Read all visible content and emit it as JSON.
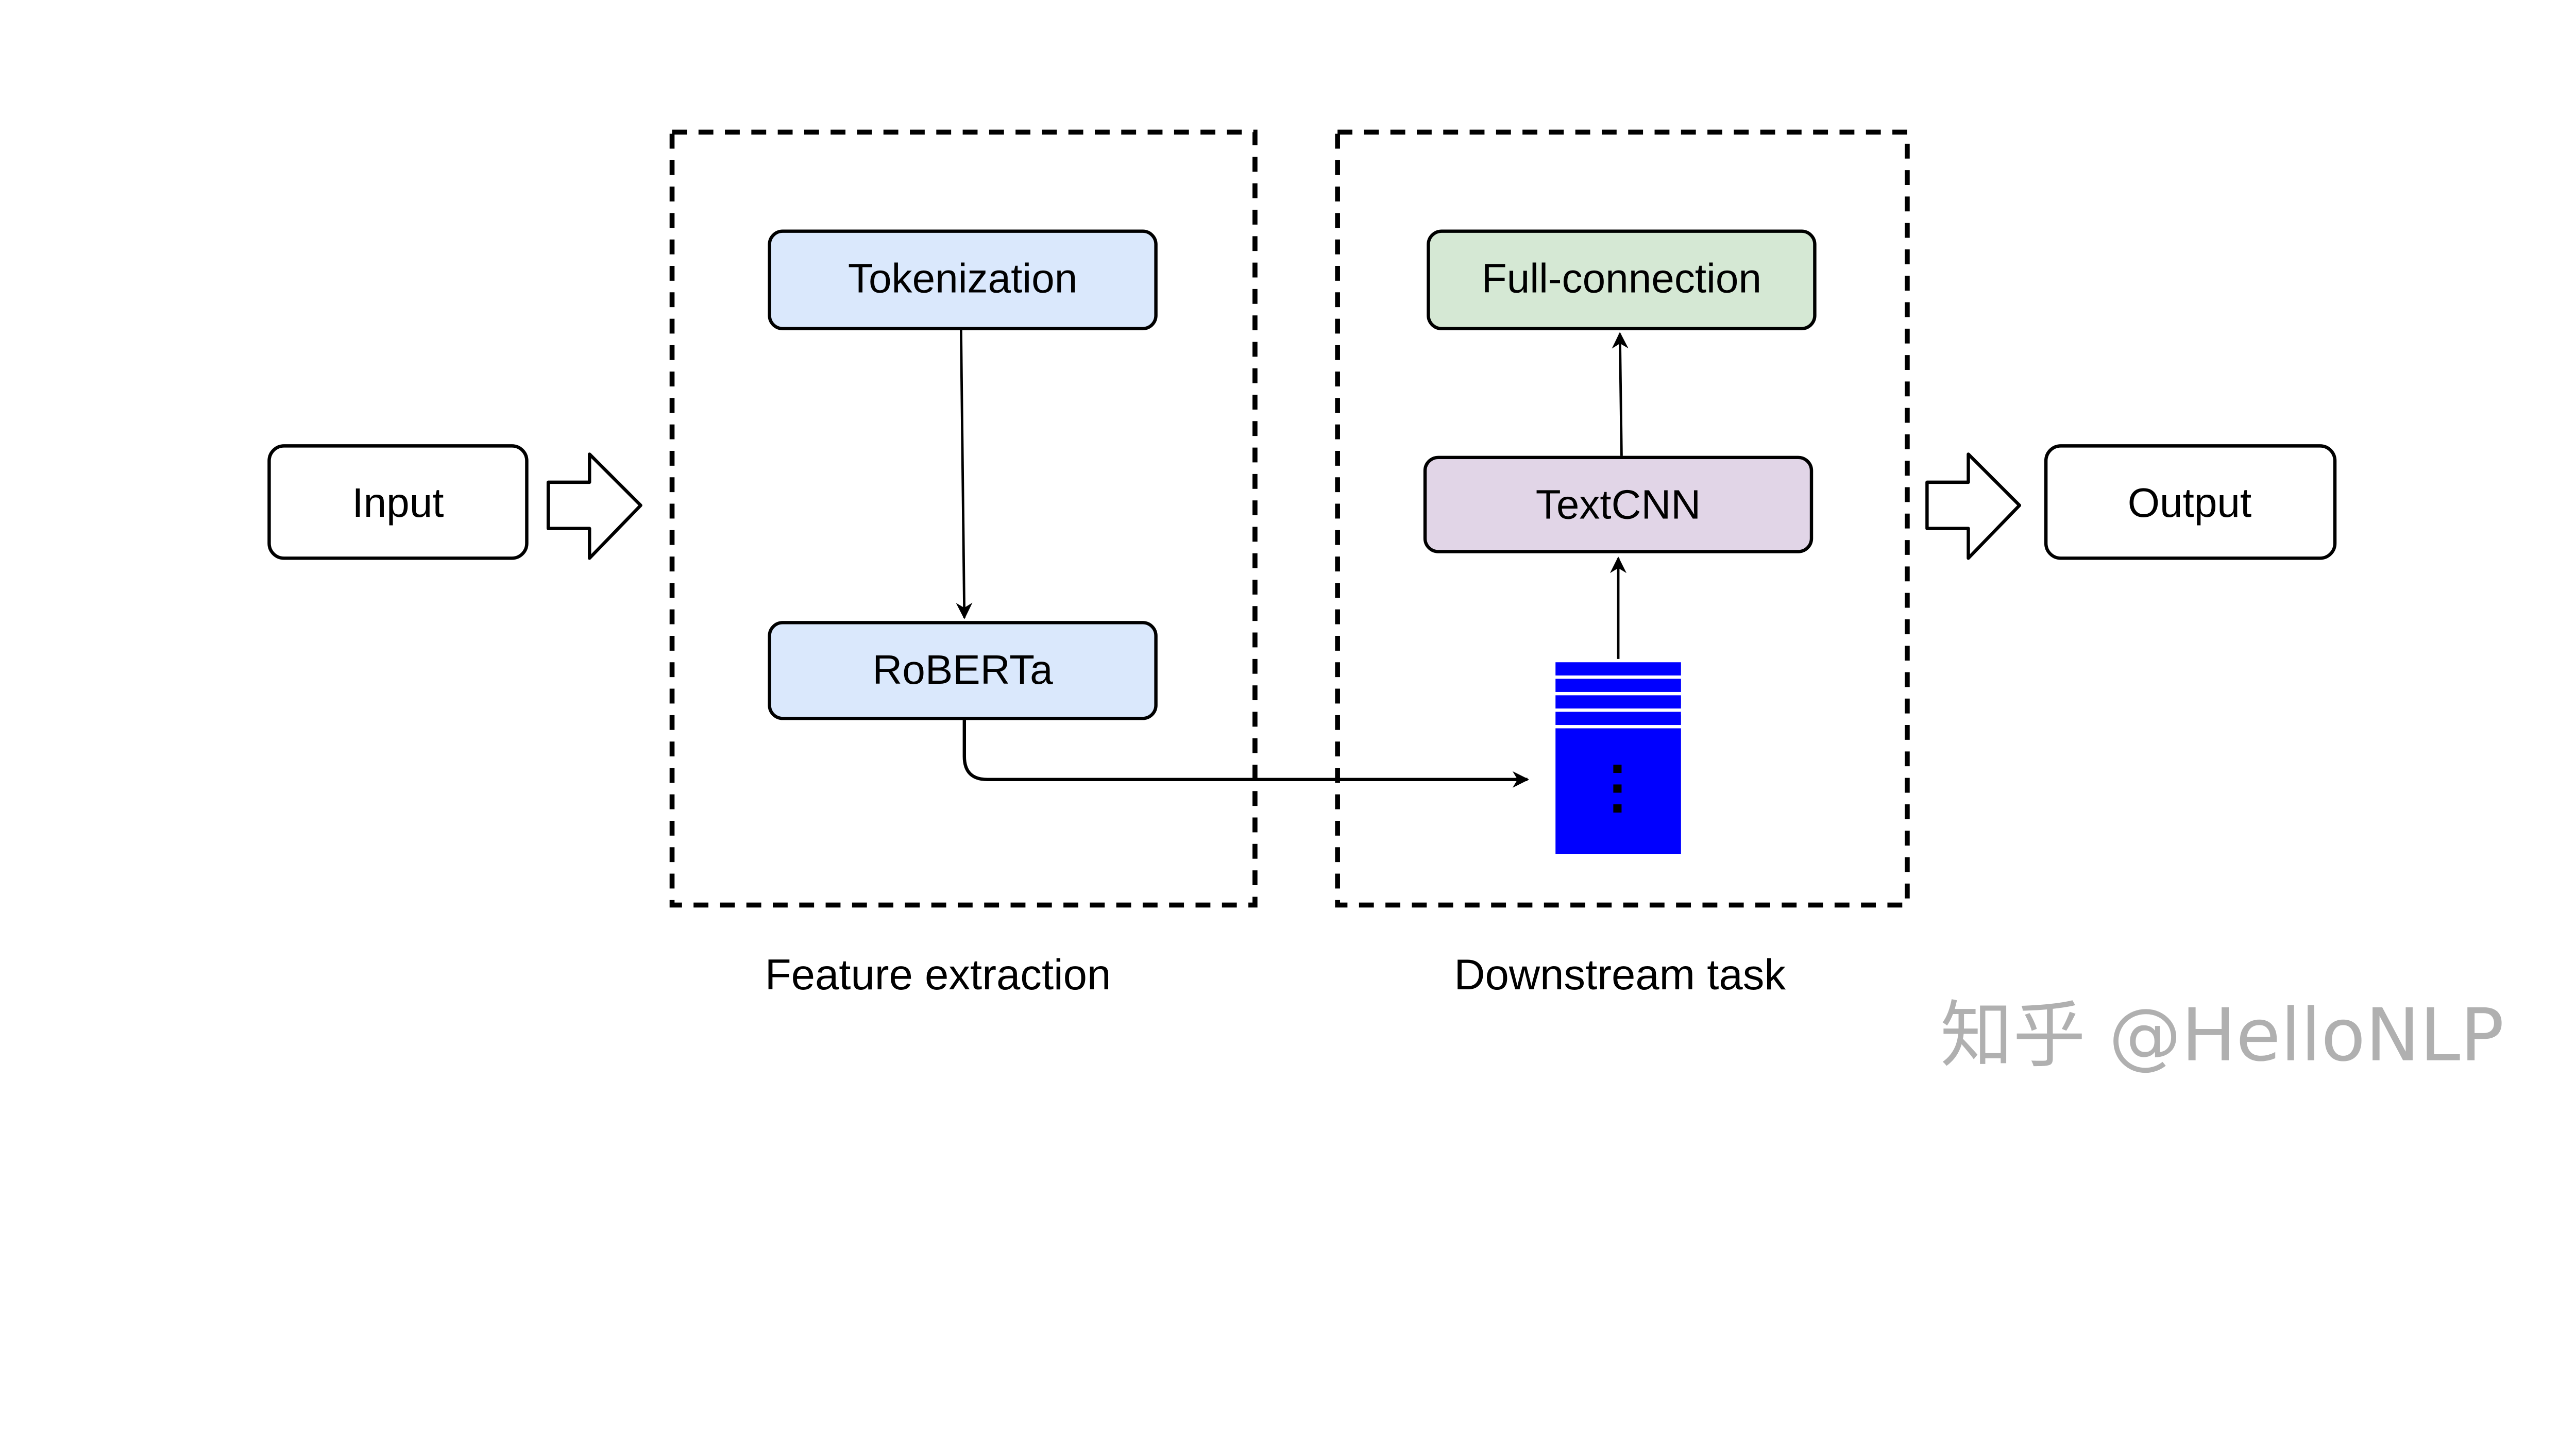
{
  "nodes": {
    "input": "Input",
    "tokenization": "Tokenization",
    "roberta": "RoBERTa",
    "textcnn": "TextCNN",
    "full_connection": "Full-connection",
    "output": "Output"
  },
  "groups": {
    "feature_extraction": "Feature extraction",
    "downstream_task": "Downstream task"
  },
  "watermark": "知乎 @HelloNLP",
  "colors": {
    "tokenization_fill": "#dae8fc",
    "roberta_fill": "#dae8fc",
    "textcnn_fill": "#e1d5e7",
    "full_connection_fill": "#d5e8d4",
    "feature_vector_fill": "#0000ff",
    "watermark": "#b0b0b0"
  }
}
